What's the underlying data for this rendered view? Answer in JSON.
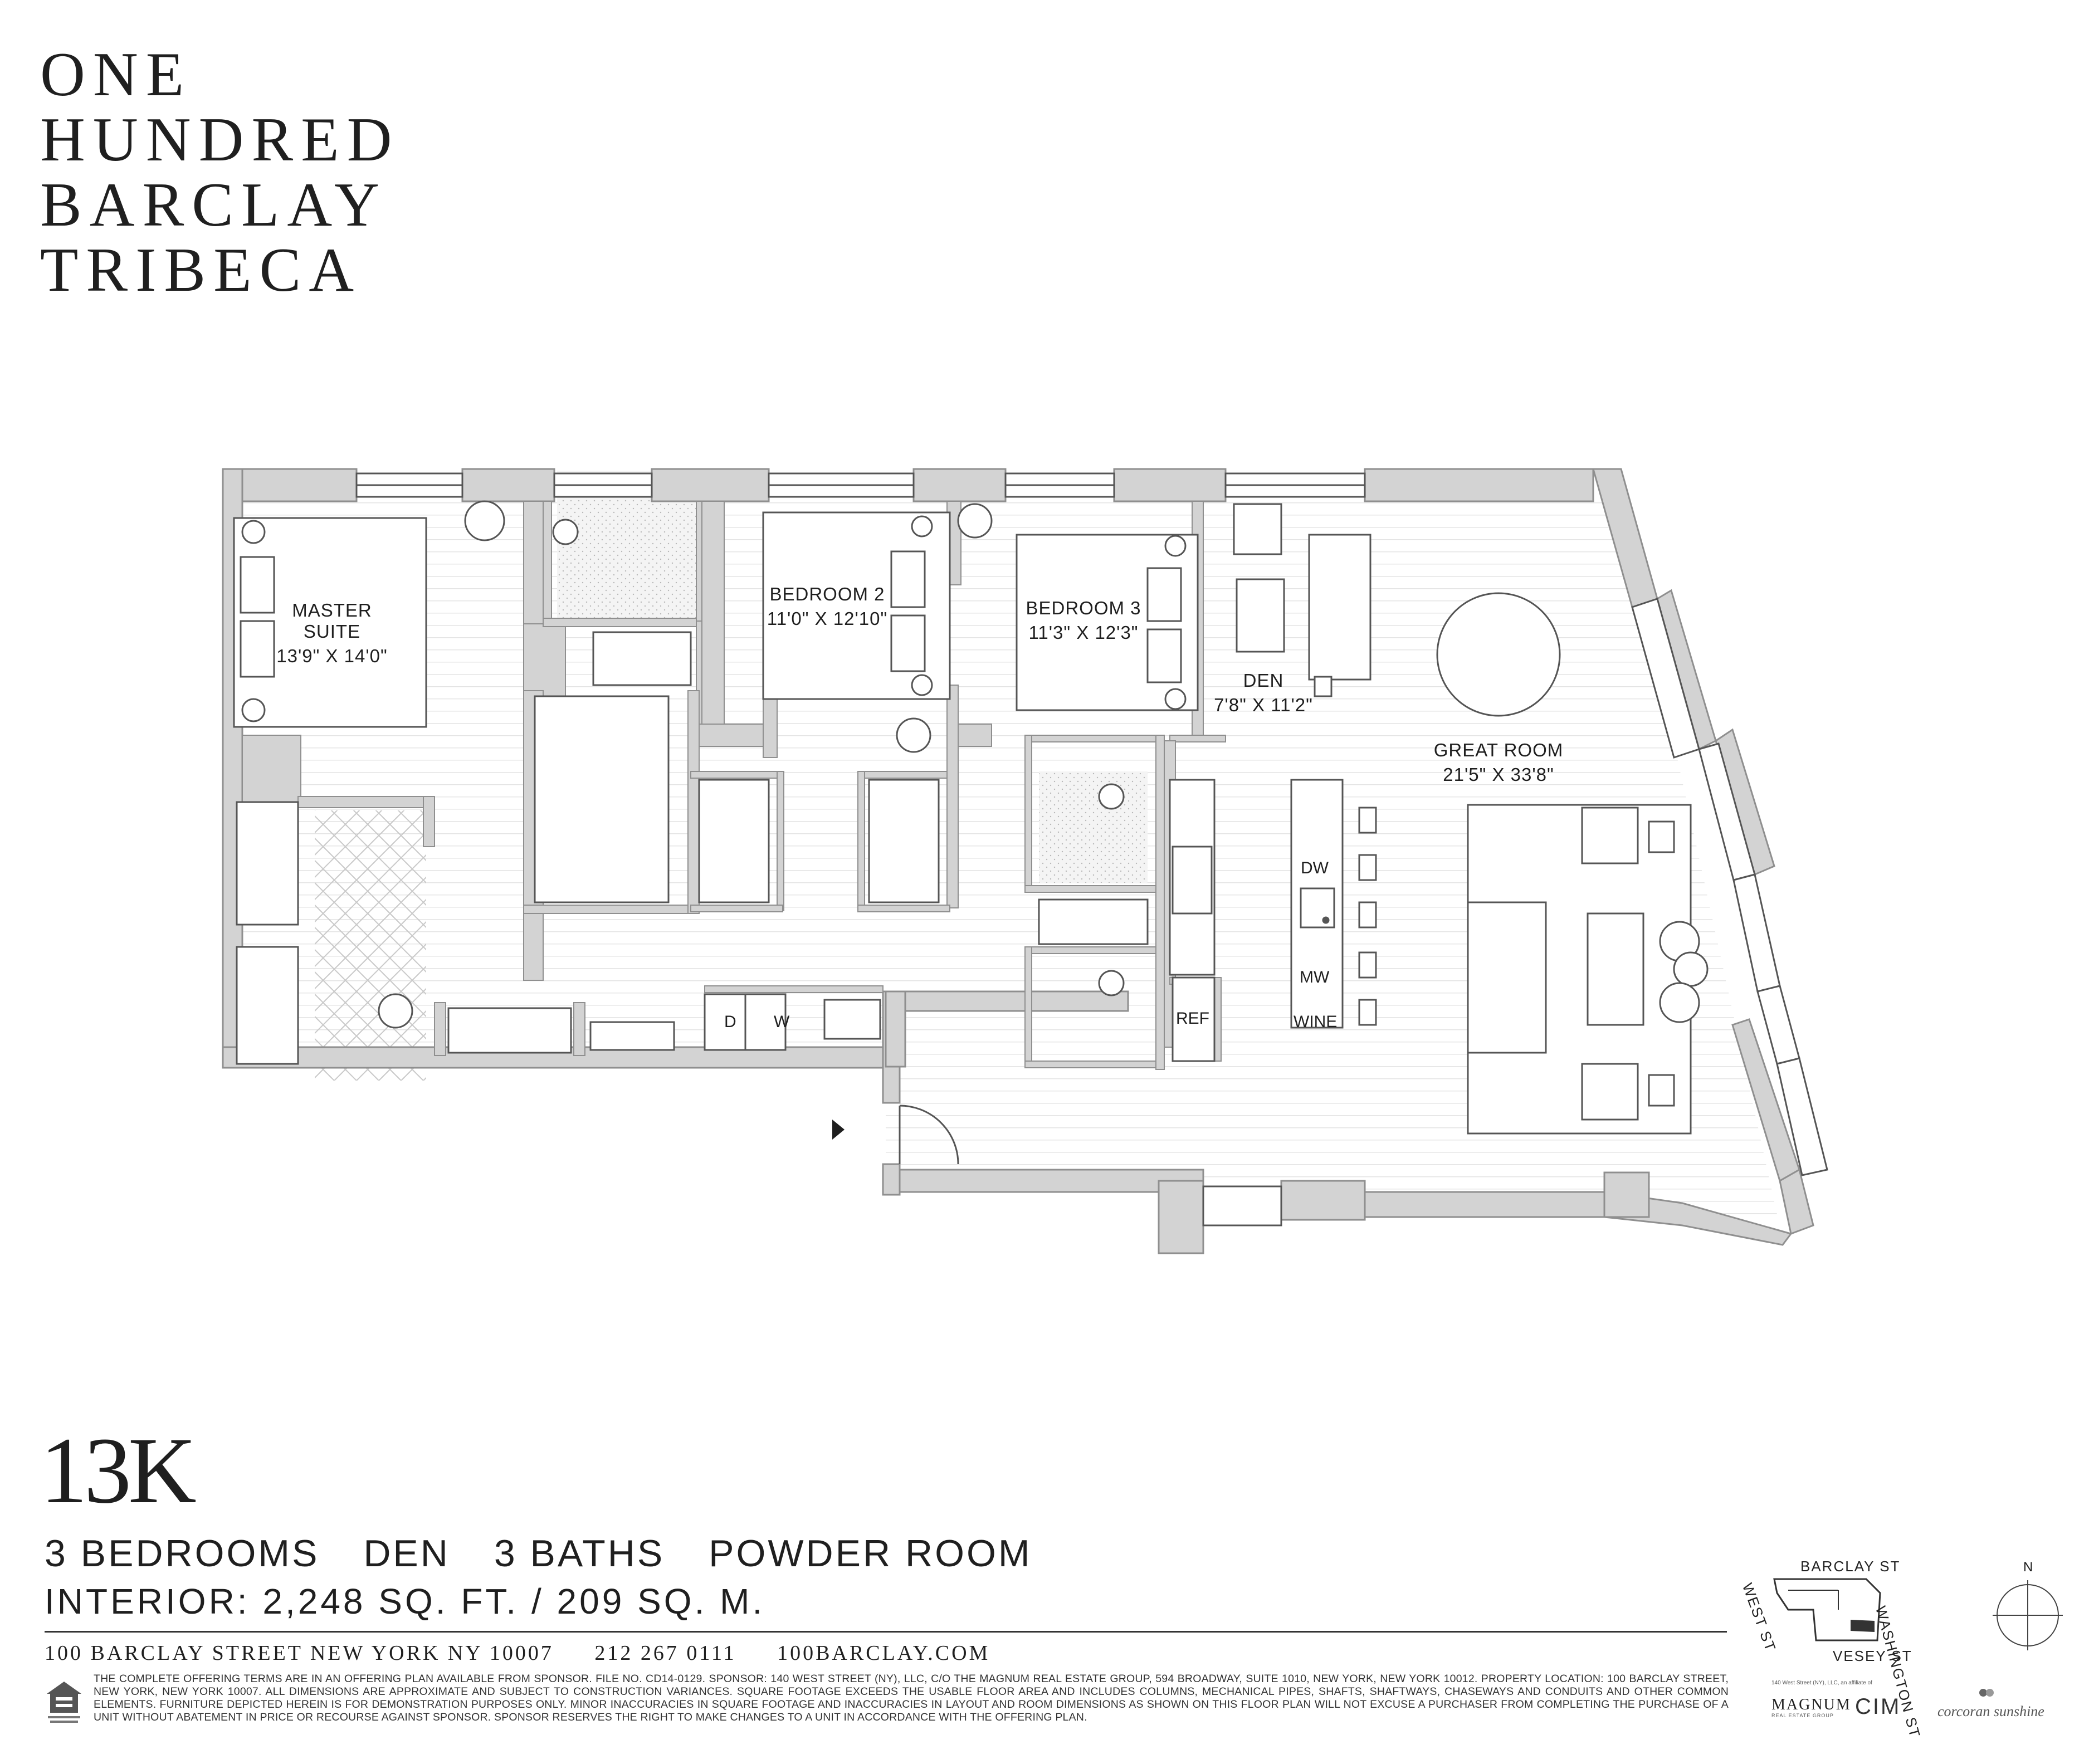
{
  "brand": {
    "lines": [
      "ONE",
      "HUNDRED",
      "BARCLAY",
      "TRIBECA"
    ]
  },
  "floorplan": {
    "rooms": [
      {
        "name": "MASTER SUITE",
        "dims": "13'9\" X 14'0\""
      },
      {
        "name": "BEDROOM 2",
        "dims": "11'0\" X 12'10\""
      },
      {
        "name": "BEDROOM 3",
        "dims": "11'3\" X 12'3\""
      },
      {
        "name": "DEN",
        "dims": "7'8\" X 11'2\""
      },
      {
        "name": "GREAT ROOM",
        "dims": "21'5\" X 33'8\""
      }
    ],
    "appliances": {
      "dryer": "D",
      "washer": "W",
      "refrigerator": "REF",
      "dishwasher": "DW",
      "microwave": "MW",
      "wine": "WINE"
    }
  },
  "unit": {
    "code": "13K",
    "summary": [
      "3 BEDROOMS",
      "DEN",
      "3 BATHS",
      "POWDER ROOM"
    ],
    "interior": "INTERIOR: 2,248 SQ. FT. / 209 SQ. M."
  },
  "contact": {
    "address": "100 BARCLAY STREET  NEW YORK NY 10007",
    "phone": "212 267 0111",
    "website": "100BARCLAY.COM"
  },
  "disclaimer": "THE COMPLETE OFFERING TERMS ARE IN AN OFFERING PLAN AVAILABLE FROM SPONSOR. FILE NO. CD14-0129. SPONSOR: 140 WEST STREET (NY), LLC, C/O THE MAGNUM REAL ESTATE GROUP, 594 BROADWAY, SUITE 1010, NEW YORK, NEW YORK 10012. PROPERTY LOCATION: 100 BARCLAY STREET, NEW YORK, NEW YORK 10007. ALL DIMENSIONS ARE APPROXIMATE AND SUBJECT TO CONSTRUCTION VARIANCES. SQUARE FOOTAGE EXCEEDS THE USABLE FLOOR AREA AND INCLUDES COLUMNS, MECHANICAL PIPES, SHAFTS, SHAFTWAYS, CHASEWAYS AND CONDUITS AND OTHER COMMON ELEMENTS. FURNITURE DEPICTED HEREIN IS FOR DEMONSTRATION PURPOSES ONLY. MINOR INACCURACIES IN SQUARE FOOTAGE AND INACCURACIES IN LAYOUT AND ROOM DIMENSIONS AS SHOWN ON THIS FLOOR PLAN WILL NOT EXCUSE A PURCHASER FROM COMPLETING THE PURCHASE OF A UNIT WITHOUT ABATEMENT IN PRICE OR RECOURSE AGAINST SPONSOR. SPONSOR RESERVES THE RIGHT TO MAKE CHANGES TO A UNIT IN ACCORDANCE WITH THE OFFERING PLAN.",
  "key_map": {
    "streets": {
      "north": "BARCLAY ST",
      "east": "WASHINGTON ST",
      "south": "VESEY ST",
      "west": "WEST ST"
    },
    "compass": "N"
  },
  "logos": {
    "affiliate_note": "140 West Street (NY), LLC, an affiliate of",
    "magnum": "MAGNUM",
    "magnum_sub": "REAL ESTATE GROUP",
    "cim": "CIM",
    "corcoran": "corcoran sunshine"
  },
  "colors": {
    "wall": "#d3d3d3",
    "wall_edge": "#8f8f8f",
    "text": "#1f1f1f",
    "floor_line": "#e6e6e6"
  }
}
